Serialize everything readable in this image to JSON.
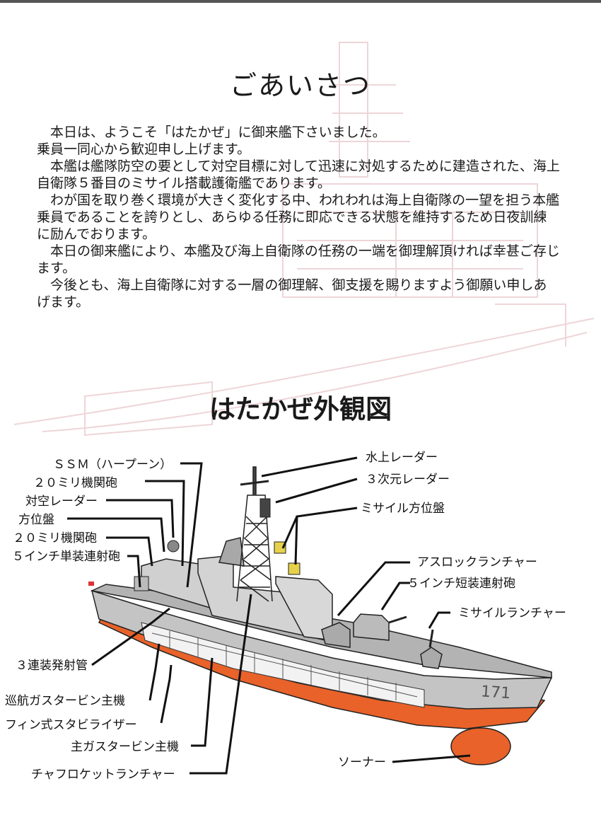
{
  "greeting": {
    "title": "ごあいさつ",
    "paragraphs": [
      {
        "text": "本日は、ようこそ「はたかぜ」に御来艦下さいました。",
        "indent": true
      },
      {
        "text": "乗員一同心から歓迎申し上げます。",
        "indent": false
      },
      {
        "text": "本艦は艦隊防空の要として対空目標に対して迅速に対処するために建造された、海上自衛隊５番目のミサイル搭載護衛艦であります。",
        "indent": true
      },
      {
        "text": "わが国を取り巻く環境が大きく変化する中、われわれは海上自衛隊の一望を担う本艦乗員であることを誇りとし、あらゆる任務に即応できる状態を維持するため日夜訓練に励んでおります。",
        "indent": true
      },
      {
        "text": "本日の御来艦により、本艦及び海上自衛隊の任務の一端を御理解頂ければ幸甚ご存じます。",
        "indent": true
      },
      {
        "text": "今後とも、海上自衛隊に対する一層の御理解、御支援を賜りますよう御願い申しあげます。",
        "indent": true
      }
    ]
  },
  "diagram": {
    "title": "はたかぜ外観図",
    "hull_number": "171",
    "labels": {
      "ssm": "ＳＳＭ（ハープーン）",
      "gun20a": "２０ミリ機関砲",
      "air_radar": "対空レーダー",
      "director": "方位盤",
      "gun20b": "２０ミリ機関砲",
      "gun5_single": "５インチ単装連射砲",
      "torpedo": "３連装発射管",
      "cruise_turbine": "巡航ガスタービン主機",
      "stabilizer": "フィン式スタビライザー",
      "main_turbine": "主ガスタービン主機",
      "chaff": "チャフロケットランチャー",
      "surface_radar": "水上レーダー",
      "radar3d": "３次元レーダー",
      "missile_director": "ミサイル方位盤",
      "asroc": "アスロックランチャー",
      "gun5_short": "５インチ短装連射砲",
      "missile_launcher": "ミサイルランチャー",
      "sonar": "ソーナー"
    }
  },
  "colors": {
    "hull_red": "#e8622a",
    "hull_grey": "#c4c4c4",
    "text": "#1a1a1a"
  }
}
